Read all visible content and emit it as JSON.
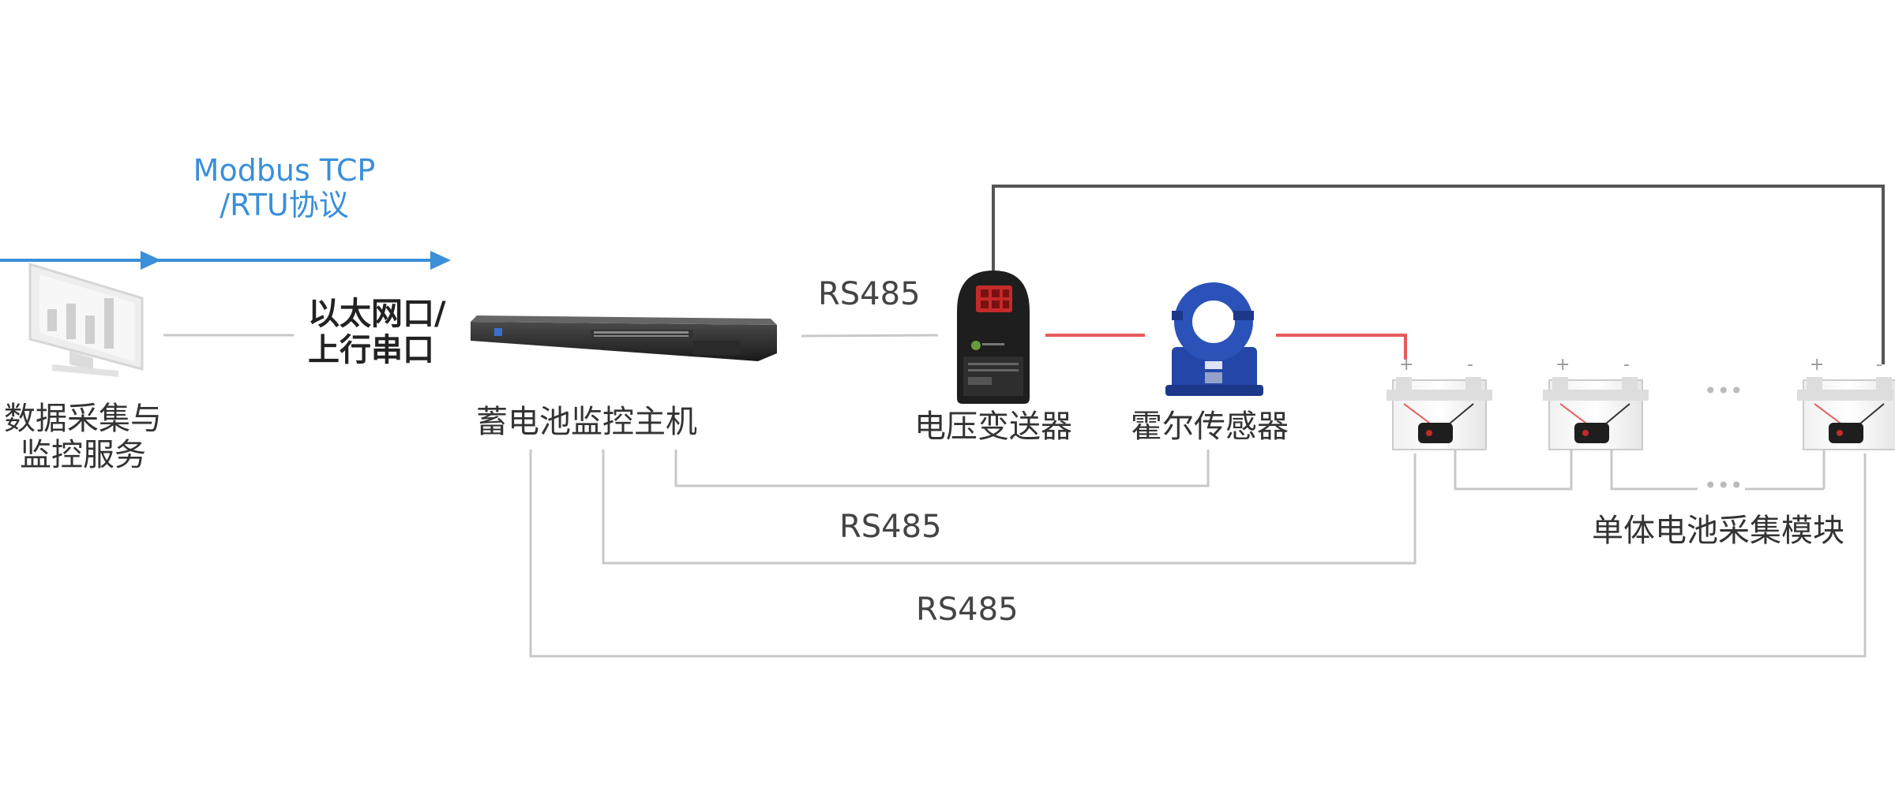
{
  "protocol": {
    "line1": "Modbus TCP",
    "line2": "/RTU协议"
  },
  "uplink": {
    "line1": "以太网口/",
    "line2": "上行串口"
  },
  "nodes": {
    "server": {
      "line1": "数据采集与",
      "line2": "监控服务"
    },
    "host": "蓄电池监控主机",
    "voltage_transmitter": "电压变送器",
    "hall_sensor": "霍尔传感器",
    "cell_module": "单体电池采集模块"
  },
  "links": {
    "rs485_top": "RS485",
    "rs485_mid": "RS485",
    "rs485_bottom": "RS485"
  },
  "battery_terminals": {
    "plus": "+",
    "minus": "-"
  },
  "ellipsis": "•••",
  "colors": {
    "protocol_blue": "#3a8fd9",
    "line_gray": "#c8c8c8",
    "line_dark": "#555555",
    "line_red": "#e85a5a",
    "hall_blue": "#2446a8",
    "transmitter_red": "#c42a2a"
  }
}
